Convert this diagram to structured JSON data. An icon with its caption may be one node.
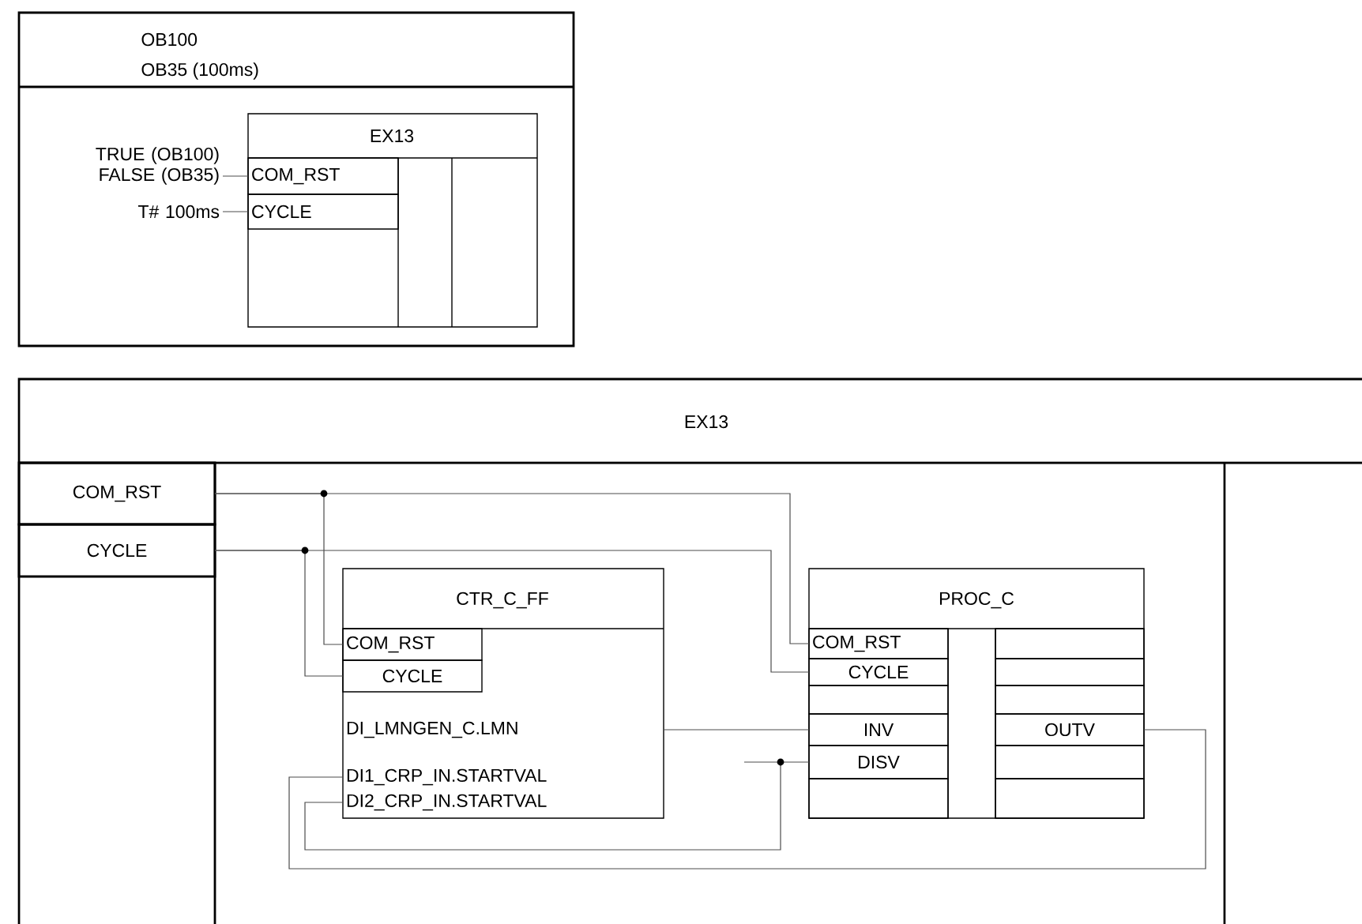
{
  "diagram": {
    "nodes": [
      {
        "text": [
          "OB100",
          "OB35 (100ms)"
        ]
      },
      {
        "text": [
          "EX13"
        ],
        "in": 0
      },
      {
        "text": [
          "COM_RST"
        ],
        "in": 1
      },
      {
        "text": [
          "CYCLE"
        ],
        "in": 1
      },
      {
        "text": [
          "TRUE (OB100)",
          "FALSE (OB35)"
        ],
        "in": 0
      },
      {
        "text": [
          "T# 100ms"
        ],
        "in": 0
      },
      {
        "text": [
          "EX13"
        ]
      },
      {
        "text": [
          "COM_RST"
        ],
        "in": 6
      },
      {
        "text": [
          "CYCLE"
        ],
        "in": 6
      },
      {
        "text": [
          "CTR_C_FF"
        ],
        "in": 6
      },
      {
        "text": [
          "COM_RST"
        ],
        "in": 9
      },
      {
        "text": [
          "CYCLE"
        ],
        "in": 9
      },
      {
        "text": [
          "DI_LMNGEN_C.LMN"
        ],
        "in": 9
      },
      {
        "text": [
          "DI1_CRP_IN.STARTVAL"
        ],
        "in": 9
      },
      {
        "text": [
          "DI2_CRP_IN.STARTVAL"
        ],
        "in": 9
      },
      {
        "text": [
          "PROC_C"
        ],
        "in": 6
      },
      {
        "text": [
          "COM_RST"
        ],
        "in": 15
      },
      {
        "text": [
          "CYCLE"
        ],
        "in": 15
      },
      {
        "text": [
          "INV"
        ],
        "in": 15
      },
      {
        "text": [
          "DISV"
        ],
        "in": 15
      },
      {
        "text": [
          "OUTV"
        ],
        "in": 15
      }
    ],
    "edges": [
      {
        "from": 4,
        "to": 2,
        "arrow": "none"
      },
      {
        "from": 5,
        "to": 3,
        "arrow": "none"
      },
      {
        "from": 7,
        "to": 16,
        "arrow": "none"
      },
      {
        "from": 7,
        "to": 10,
        "arrow": "none"
      },
      {
        "from": 8,
        "to": 17,
        "arrow": "none"
      },
      {
        "from": 8,
        "to": 11,
        "arrow": "none"
      },
      {
        "from": 9,
        "to": 18,
        "arrow": "none"
      },
      {
        "from": 19,
        "to": 14,
        "arrow": "none"
      },
      {
        "from": 20,
        "to": 13,
        "arrow": "none"
      }
    ]
  }
}
